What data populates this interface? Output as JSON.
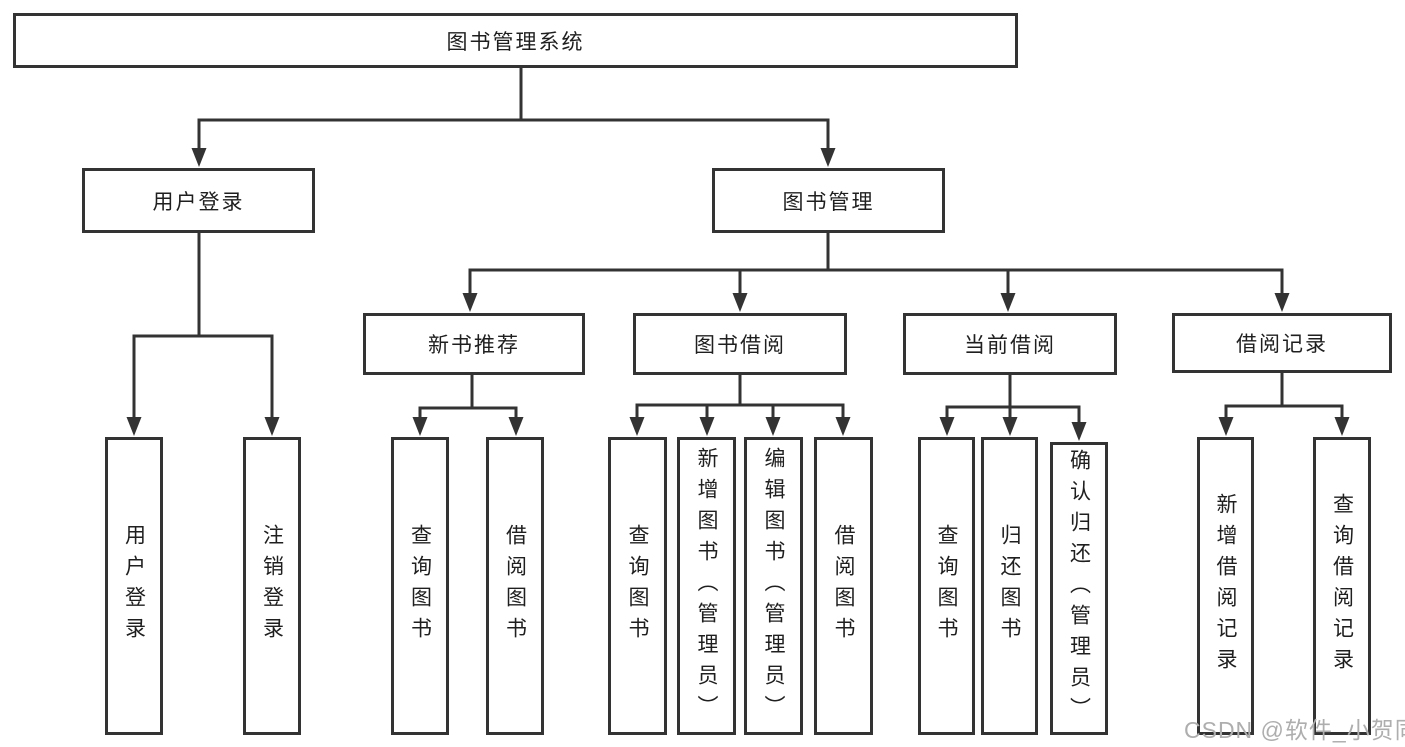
{
  "diagram": {
    "root": "图书管理系统",
    "branches": {
      "user_login": {
        "label": "用户登录",
        "children": [
          "用户登录",
          "注销登录"
        ]
      },
      "book_management": {
        "label": "图书管理",
        "children": {
          "new_book": {
            "label": "新书推荐",
            "children": [
              "查询图书",
              "借阅图书"
            ]
          },
          "borrow": {
            "label": "图书借阅",
            "children": [
              "查询图书",
              "新增图书（管理员）",
              "编辑图书（管理员）",
              "借阅图书"
            ]
          },
          "current": {
            "label": "当前借阅",
            "children": [
              "查询图书",
              "归还图书",
              "确认归还（管理员）"
            ]
          },
          "records": {
            "label": "借阅记录",
            "children": [
              "新增借阅记录",
              "查询借阅记录"
            ]
          }
        }
      }
    }
  },
  "watermark": "CSDN @软件_小贺同学",
  "colors": {
    "line": "#333333",
    "box_border": "#333333",
    "text": "#1f1f1f",
    "watermark": "#aeaeae",
    "background": "#ffffff"
  }
}
